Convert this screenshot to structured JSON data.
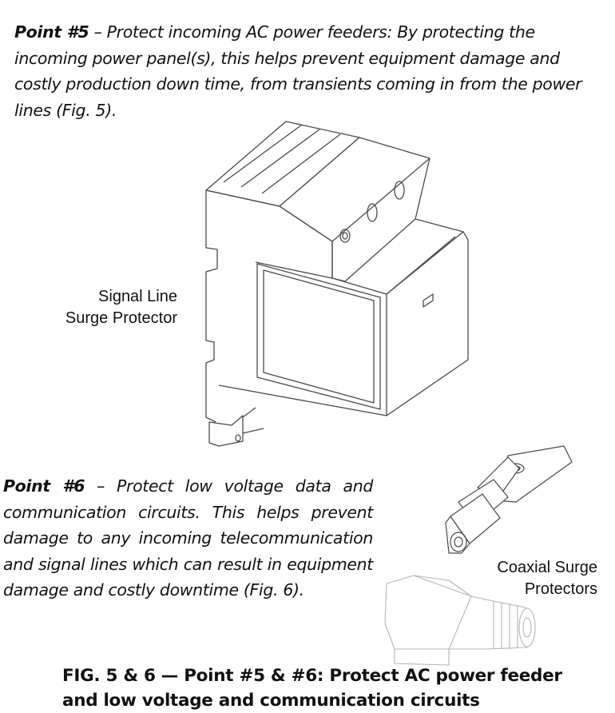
{
  "point5": {
    "heading": "Point #5",
    "text": " – Protect incoming AC power feeders: By protecting the incoming power panel(s), this helps prevent equipment damage and costly production down time, from transients coming in from the power lines (Fig. 5)."
  },
  "figure5": {
    "label_line1": "Signal Line",
    "label_line2": "Surge Protector"
  },
  "point6": {
    "heading": "Point #6",
    "text": " – Protect low voltage data and communication circuits. This helps prevent damage to any incoming telecommunication and signal lines which can result in equipment damage and costly downtime (Fig. 6)."
  },
  "figure6": {
    "label_line1": "Coaxial Surge",
    "label_line2": "Protectors"
  },
  "caption": {
    "line1": "FIG. 5 & 6 — Point #5 & #6: Protect AC power feeder",
    "line2": "and low voltage and communication circuits"
  }
}
